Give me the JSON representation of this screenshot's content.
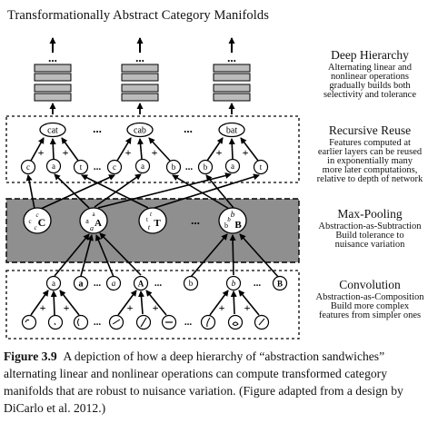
{
  "title": "Transformationally Abstract Category Manifolds",
  "sections": {
    "deep": {
      "heading": "Deep Hierarchy",
      "lines": [
        "Alternating linear and",
        "nonlinear operations",
        "gradually builds both",
        "selectivity and tolerance"
      ]
    },
    "recursive": {
      "heading": "Recursive Reuse",
      "lines": [
        "Features computed at",
        "earlier layers can be reused",
        "in exponentially many",
        "more later computations,",
        "relative to depth of network"
      ]
    },
    "maxpool": {
      "heading": "Max-Pooling",
      "lines": [
        "Abstraction-as-Subtraction",
        "Build tolerance to",
        "nuisance variation"
      ]
    },
    "conv": {
      "heading": "Convolution",
      "lines": [
        "Abstraction-as-Composition",
        "Build more complex",
        "features from simpler ones"
      ]
    }
  },
  "words": [
    "cat",
    "cab",
    "bat"
  ],
  "ellipsis": "...",
  "plus": "+",
  "recursive_letters": [
    "c",
    "a",
    "t",
    "c",
    "a",
    "b",
    "b",
    "a",
    "t"
  ],
  "pool_nodes": [
    {
      "small": [
        "c",
        "c",
        "c"
      ],
      "big": "C"
    },
    {
      "small": [
        "a",
        "a",
        "a"
      ],
      "big": "A"
    },
    {
      "small": [
        "t",
        "t",
        "t"
      ],
      "big": "T"
    },
    {
      "small": [
        "b",
        "b",
        "b"
      ],
      "big": "B"
    }
  ],
  "conv_row": [
    "a",
    "a",
    "a",
    "A",
    "b",
    "b",
    "B"
  ],
  "caption": {
    "label": "Figure 3.9",
    "text": "A depiction of how a deep hierarchy of “abstraction sandwiches” alternating linear and nonlinear operations can compute transformed category manifolds that are robust to nuisance variation. (Figure adapted from a design by DiCarlo et al. 2012.)"
  }
}
